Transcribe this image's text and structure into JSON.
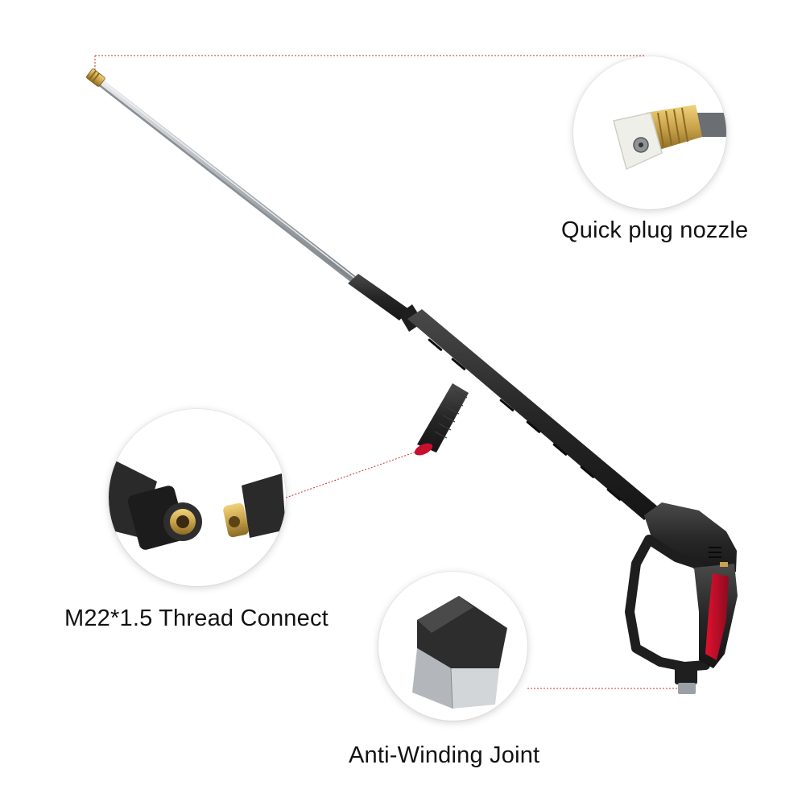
{
  "callouts": {
    "nozzle": {
      "label": "Quick plug nozzle",
      "icon": "quick-plug-nozzle-icon"
    },
    "thread": {
      "label": "M22*1.5 Thread Connect",
      "icon": "thread-connector-icon"
    },
    "joint": {
      "label": "Anti-Winding Joint",
      "icon": "swivel-joint-icon"
    }
  },
  "colors": {
    "background": "#ffffff",
    "gun_body": "#2b2b2b",
    "lance": "#c8ccd0",
    "brass": "#c9a24a",
    "trigger_accent": "#c8102e",
    "leader_line": "#c0392b"
  }
}
